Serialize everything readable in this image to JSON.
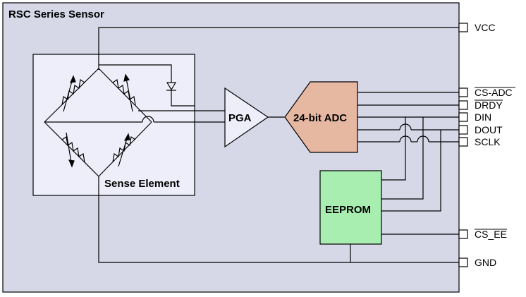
{
  "diagram": {
    "title": "RSC Series Sensor",
    "sense_element_label": "Sense Element",
    "pga_label": "PGA",
    "adc_label": "24-bit ADC",
    "eeprom_label": "EEPROM",
    "pins": {
      "vcc": "VCC",
      "cs_adc": "CS-ADC",
      "drdy": "DRDY",
      "din": "DIN",
      "dout": "DOUT",
      "sclk": "SCLK",
      "cs_ee": "CS_EE",
      "gnd": "GND"
    },
    "colors": {
      "package_bg": "#d6d8e8",
      "sense_bg": "#eeeefa",
      "adc_fill": "#e6b8a2",
      "eeprom_fill": "#a8eeb0",
      "pga_fill": "#eeeefa",
      "line": "#000000"
    }
  }
}
